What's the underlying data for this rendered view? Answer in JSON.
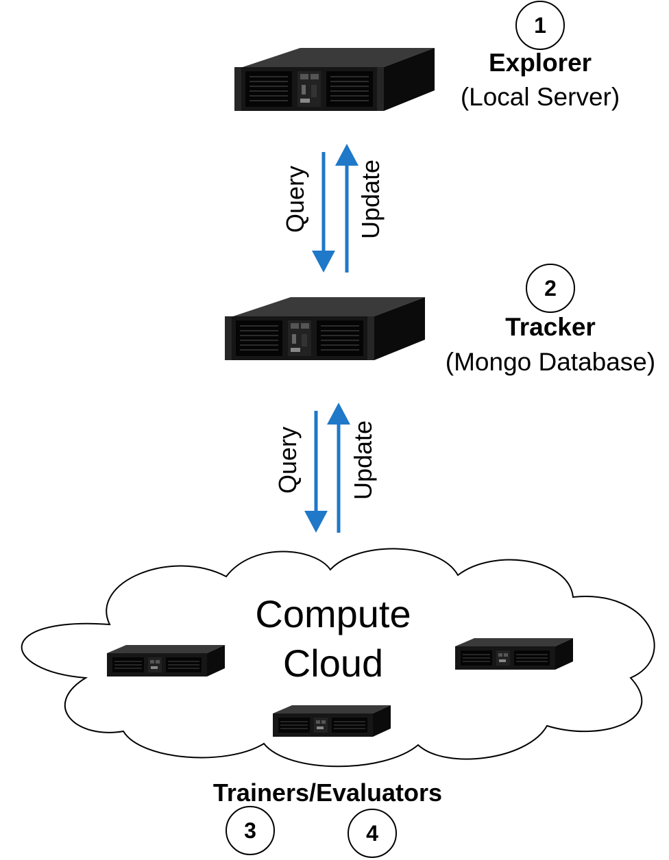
{
  "explorer": {
    "number": "1",
    "title": "Explorer",
    "subtitle": "(Local Server)"
  },
  "tracker": {
    "number": "2",
    "title": "Tracker",
    "subtitle": "(Mongo Database)"
  },
  "link_upper": {
    "down_label": "Query",
    "up_label": "Update"
  },
  "link_lower": {
    "down_label": "Query",
    "up_label": "Update"
  },
  "cloud": {
    "line1": "Compute",
    "line2": "Cloud",
    "caption": "Trainers/Evaluators",
    "numbers": [
      "3",
      "4"
    ]
  },
  "colors": {
    "arrow": "#1f78c8",
    "server_body": "#161616",
    "outline": "#000000"
  },
  "icons": {
    "server": "rack-server-icon",
    "cloud": "cloud-shape"
  }
}
